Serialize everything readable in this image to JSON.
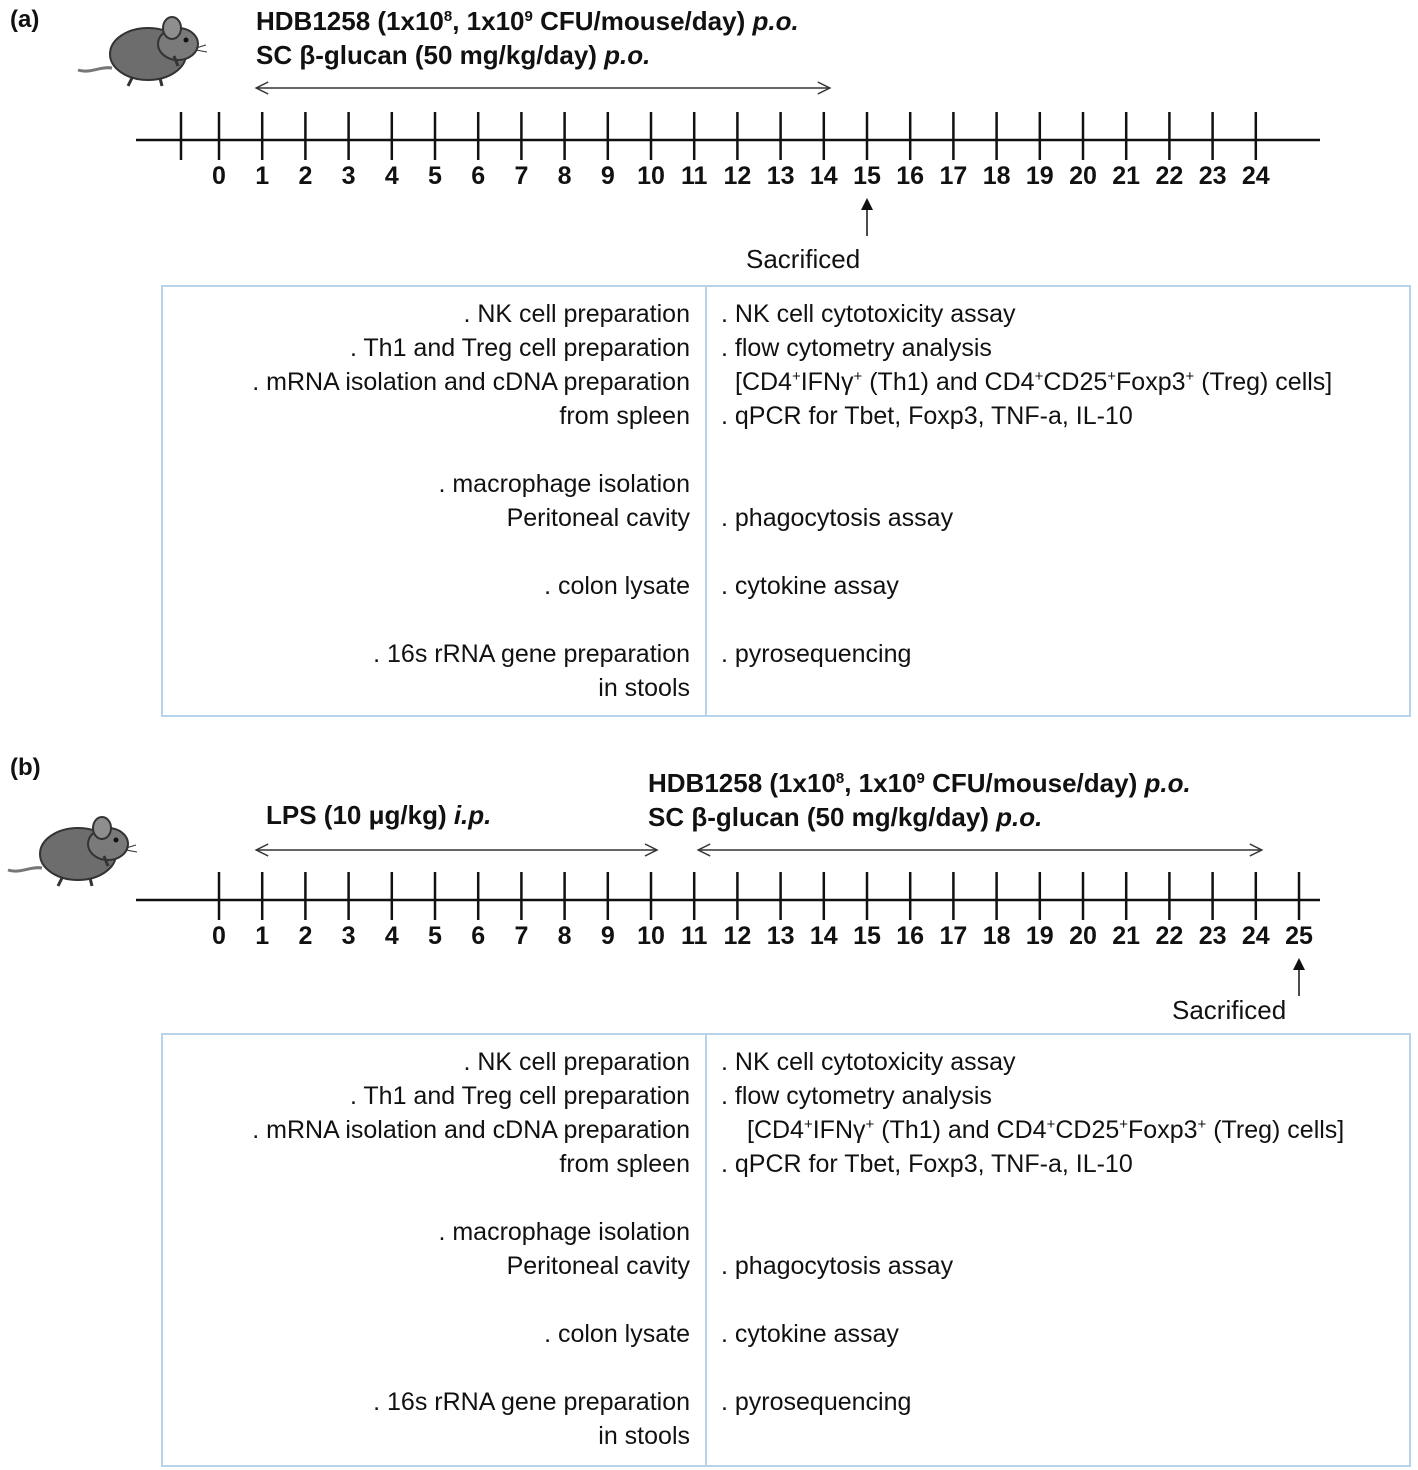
{
  "panels": [
    {
      "label": "(a)",
      "treatment_line1": {
        "pre": "HDB1258 (1x10",
        "sup1": "8",
        "mid": ", 1x10",
        "sup2": "9",
        "post": " CFU/mouse/day) ",
        "route": "p.o."
      },
      "treatment_line2": {
        "pre": "SC β-glucan (50 mg/kg/day) ",
        "route": "p.o."
      },
      "ticks": [
        0,
        1,
        2,
        3,
        4,
        5,
        6,
        7,
        8,
        9,
        10,
        11,
        12,
        13,
        14,
        15,
        16,
        17,
        18,
        19,
        20,
        21,
        22,
        23,
        24
      ],
      "sacrificed_label": "Sacrificed",
      "sacrificed_day": 15,
      "treatment_days": [
        1,
        14
      ]
    },
    {
      "label": "(b)",
      "lps_line": {
        "pre": "LPS (10 μg/kg) ",
        "route": "i.p."
      },
      "treatment_line1": {
        "pre": "HDB1258 (1x10",
        "sup1": "8",
        "mid": ", 1x10",
        "sup2": "9",
        "post": " CFU/mouse/day) ",
        "route": "p.o."
      },
      "treatment_line2": {
        "pre": "SC β-glucan (50 mg/kg/day) ",
        "route": "p.o."
      },
      "ticks": [
        0,
        1,
        2,
        3,
        4,
        5,
        6,
        7,
        8,
        9,
        10,
        11,
        12,
        13,
        14,
        15,
        16,
        17,
        18,
        19,
        20,
        21,
        22,
        23,
        24,
        25
      ],
      "sacrificed_label": "Sacrificed",
      "sacrificed_day": 25,
      "lps_days": [
        1,
        10
      ],
      "treatment_days": [
        11,
        24
      ]
    }
  ],
  "table": {
    "left": [
      ". NK cell preparation",
      ". Th1 and Treg cell preparation",
      ". mRNA isolation and cDNA preparation",
      "from spleen",
      "",
      ". macrophage isolation",
      "Peritoneal cavity",
      "",
      ". colon lysate",
      "",
      ". 16s rRNA gene preparation",
      "in stools"
    ],
    "right_1": ". NK cell cytotoxicity assay",
    "right_2": ". flow cytometry analysis",
    "right_3": {
      "a": "[CD4",
      "s1": "+",
      "b": "IFNγ",
      "s2": "+",
      "c": " (Th1) and CD4",
      "s3": "+",
      "d": "CD25",
      "s4": "+",
      "e": "Foxp3",
      "s5": "+",
      "f": " (Treg) cells]"
    },
    "right_4": ". qPCR for Tbet, Foxp3, TNF-a, IL-10",
    "right_7": ". phagocytosis assay",
    "right_9": ". cytokine assay",
    "right_11": ". pyrosequencing"
  }
}
